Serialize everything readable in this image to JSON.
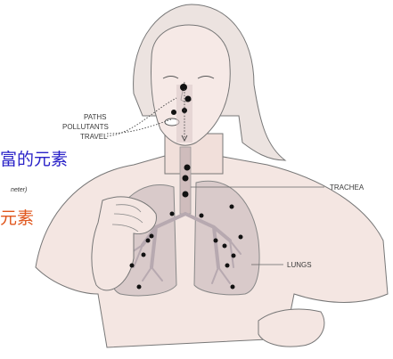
{
  "labels": {
    "paths": "PATHS",
    "pollutants": "POLLUTANTS",
    "travel": "TRAVEL",
    "trachea": "TRACHEA",
    "lungs": "LUNGS"
  },
  "overlay": {
    "blue_text": "富的元素",
    "red_text": "元素",
    "fragment_text": "neter)"
  },
  "colors": {
    "blue": "#2a22c8",
    "red": "#e0561c",
    "skin": "#f4e6e2",
    "lung": "#d8c9c9",
    "outline": "#777777",
    "dot": "#111111"
  }
}
